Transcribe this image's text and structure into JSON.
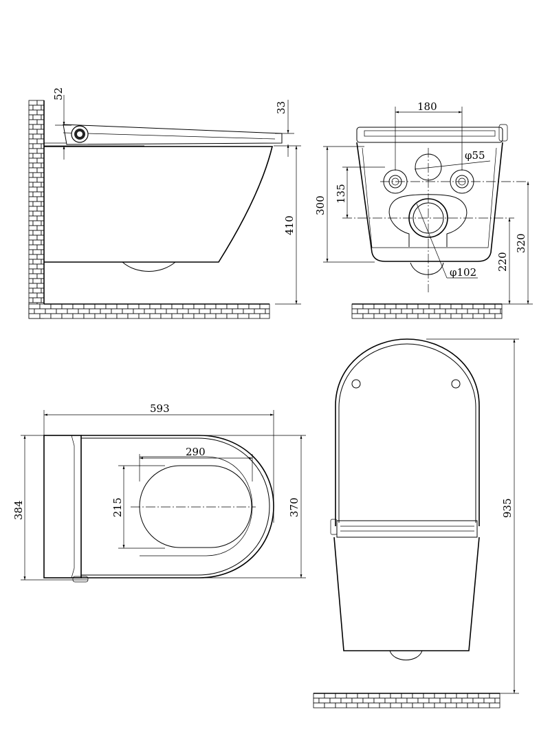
{
  "drawing": {
    "side_view": {
      "dims": {
        "d52": "52",
        "d33": "33",
        "d410": "410"
      }
    },
    "rear_view": {
      "dims": {
        "d180": "180",
        "d55": "55",
        "d135": "135",
        "d300": "300",
        "d320": "320",
        "d220": "220",
        "d102": "102"
      },
      "diameter_symbol": "φ"
    },
    "plan_view": {
      "dims": {
        "d593": "593",
        "d290": "290",
        "d215": "215",
        "d384": "384",
        "d370": "370"
      }
    },
    "front_view": {
      "dims": {
        "d935": "935"
      }
    }
  }
}
